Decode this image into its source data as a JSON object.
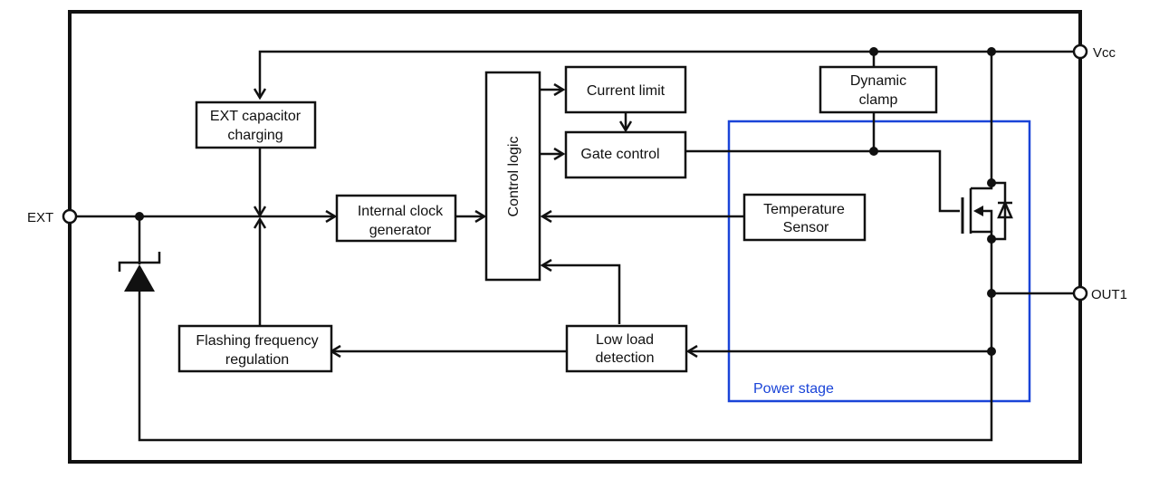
{
  "diagram": {
    "type": "block-diagram",
    "blocks": {
      "ext_cap": [
        "EXT capacitor",
        "charging"
      ],
      "int_clock": [
        "Internal clock",
        "generator"
      ],
      "control_logic": "Control logic",
      "current_limit": "Current limit",
      "gate_control": "Gate control",
      "dynamic_clamp": [
        "Dynamic",
        "clamp"
      ],
      "temp_sensor": [
        "Temperature",
        "Sensor"
      ],
      "flashing": [
        "Flashing frequency",
        "regulation"
      ],
      "low_load": [
        "Low load",
        "detection"
      ]
    },
    "pins": {
      "ext": "EXT",
      "vcc": "Vcc",
      "out1": "OUT1"
    },
    "group": {
      "label": "Power stage",
      "color": "#1a44d8"
    },
    "connections": [
      {
        "from": "Vcc",
        "to": "EXT capacitor charging"
      },
      {
        "from": "EXT capacitor charging",
        "to": "EXT node"
      },
      {
        "from": "Flashing frequency regulation",
        "to": "EXT node"
      },
      {
        "from": "EXT",
        "to": "Internal clock generator"
      },
      {
        "from": "Internal clock generator",
        "to": "Control logic"
      },
      {
        "from": "Control logic",
        "to": "Current limit"
      },
      {
        "from": "Control logic",
        "to": "Gate control"
      },
      {
        "from": "Current limit",
        "to": "Gate control"
      },
      {
        "from": "Gate control",
        "to": "MOSFET gate"
      },
      {
        "from": "Vcc",
        "to": "Dynamic clamp"
      },
      {
        "from": "Dynamic clamp",
        "to": "MOSFET gate"
      },
      {
        "from": "Temperature Sensor",
        "to": "Control logic"
      },
      {
        "from": "Low load detection",
        "to": "Control logic"
      },
      {
        "from": "OUT1",
        "to": "Low load detection"
      },
      {
        "from": "Low load detection",
        "to": "Flashing frequency regulation"
      },
      {
        "from": "OUT1",
        "to": "Zener diode"
      },
      {
        "from": "Zener diode",
        "to": "EXT"
      }
    ]
  }
}
